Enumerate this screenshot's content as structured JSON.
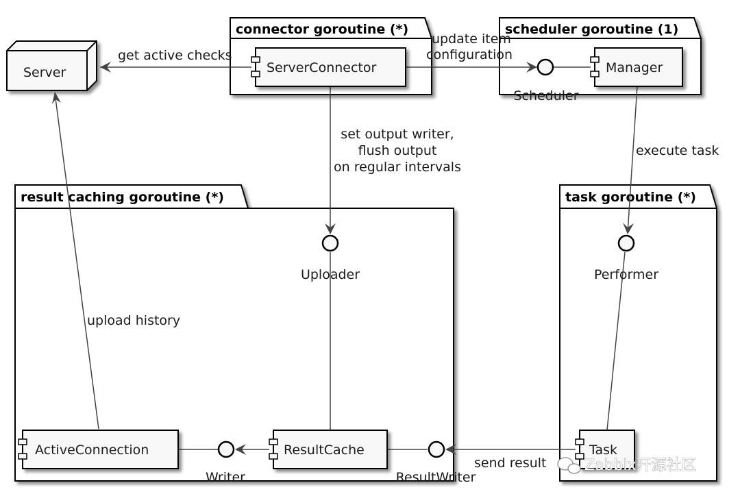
{
  "packages": {
    "connector": "connector goroutine (*)",
    "scheduler": "scheduler goroutine (1)",
    "result_caching": "result caching goroutine (*)",
    "task": "task goroutine (*)"
  },
  "nodes": {
    "server": "Server"
  },
  "components": {
    "server_connector": "ServerConnector",
    "manager": "Manager",
    "active_connection": "ActiveConnection",
    "result_cache": "ResultCache",
    "task": "Task"
  },
  "interfaces": {
    "scheduler": "Scheduler",
    "uploader": "Uploader",
    "performer": "Performer",
    "writer": "Writer",
    "result_writer": "ResultWriter"
  },
  "edges": {
    "get_active_checks": "get active checks",
    "update_item_1": "update item",
    "update_item_2": "configuration",
    "set_output_1": "set output writer,",
    "set_output_2": "flush output",
    "set_output_3": "on regular intervals",
    "execute_task": "execute task",
    "upload_history": "upload history",
    "send_result": "send result"
  },
  "watermark": "Zabbix开源社区",
  "colors": {
    "line": "#444444",
    "box_fill": "#f8f8f8",
    "shadow": "#999999"
  }
}
